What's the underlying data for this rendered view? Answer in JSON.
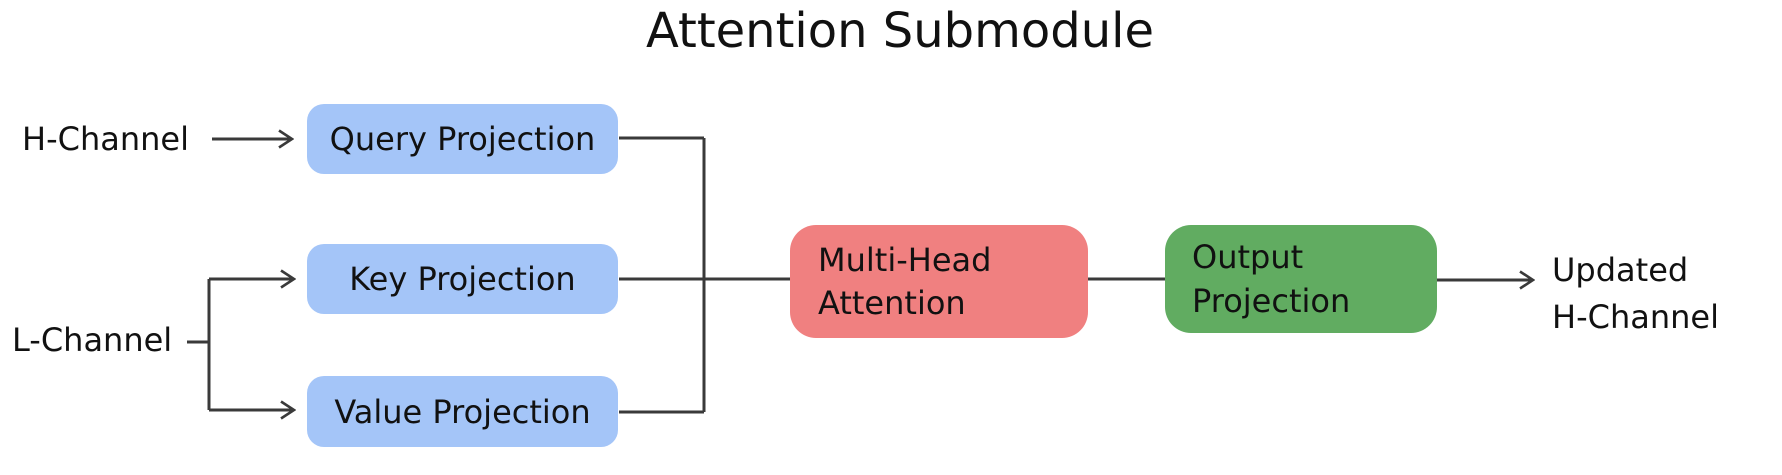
{
  "title": "Attention Submodule",
  "inputs": {
    "h_channel_label": "H-Channel",
    "l_channel_label": "L-Channel"
  },
  "nodes": {
    "query": {
      "label": "Query Projection"
    },
    "key": {
      "label": "Key Projection"
    },
    "value": {
      "label": "Value Projection"
    },
    "multi_head_attention": {
      "label": "Multi-Head Attention"
    },
    "output_projection": {
      "label": "Output Projection"
    }
  },
  "output_text": {
    "line1": "Updated",
    "line2": "H-Channel"
  },
  "colors": {
    "bg": "#ffffff",
    "node-blue": "#a4c5f8",
    "node-red": "#f08080",
    "node-green": "#61ac61",
    "line": "#3a3a3a",
    "text": "#111111"
  }
}
